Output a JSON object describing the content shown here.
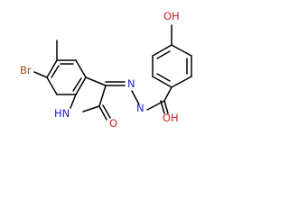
{
  "atoms": {
    "br": "Br",
    "nh": "HN",
    "o_lactam": "O",
    "n1": "N",
    "n2": "N",
    "oh_top": "OH",
    "oh_amide": "OH"
  },
  "colors": {
    "bond": "#000000",
    "nitrogen": "#1f1fd0",
    "oxygen": "#d01f1f",
    "bromine": "#9a4a1a"
  }
}
